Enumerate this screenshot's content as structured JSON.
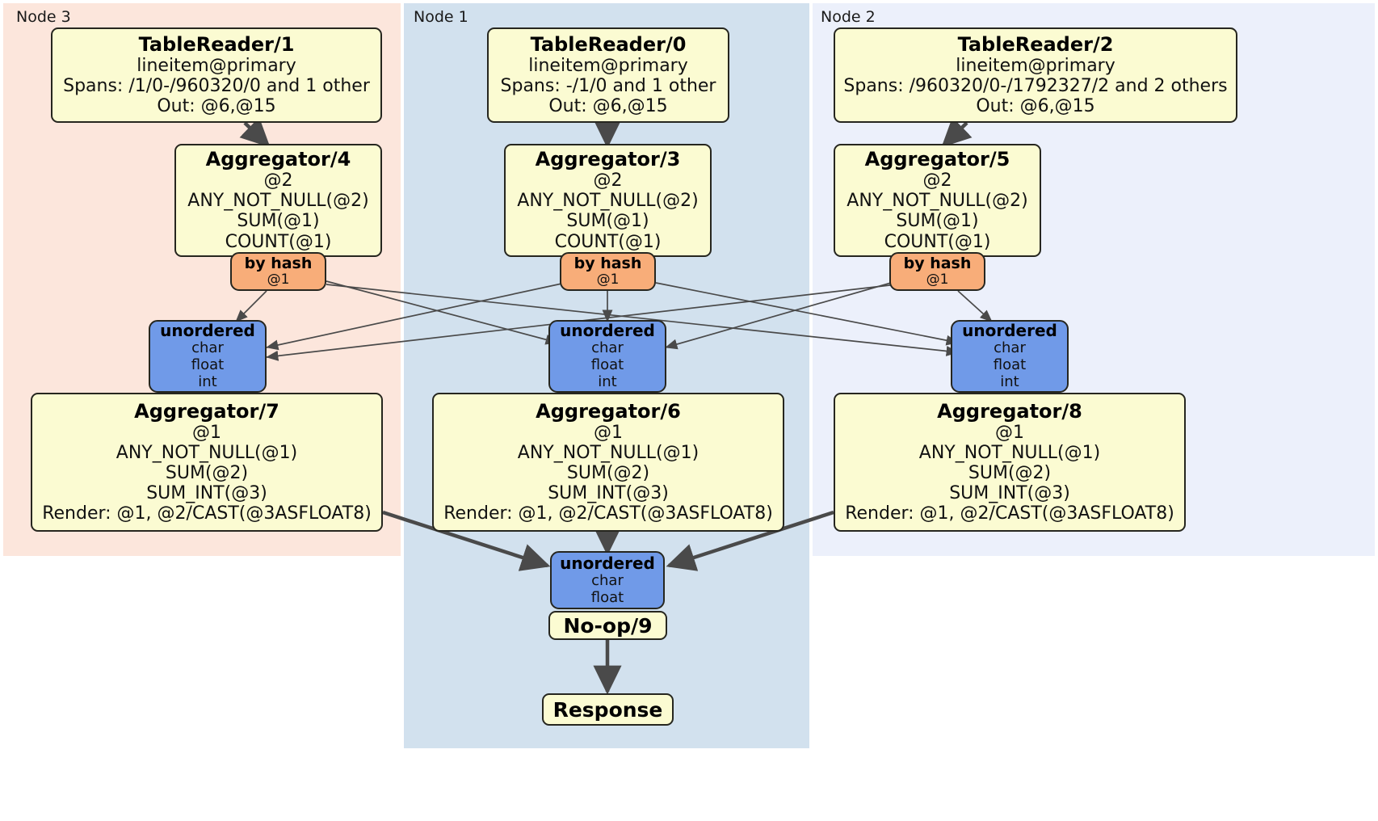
{
  "diagram": {
    "type": "distributed-query-plan",
    "nodes": [
      {
        "id": "node3",
        "label": "Node 3",
        "color": "#fce6dc"
      },
      {
        "id": "node1",
        "label": "Node 1",
        "color": "#d2e1ee"
      },
      {
        "id": "node2",
        "label": "Node 2",
        "color": "#ecf0fb"
      }
    ],
    "processors": {
      "tablereader1": {
        "title": "TableReader/1",
        "lines": [
          "lineitem@primary",
          "Spans: /1/0-/960320/0 and 1 other",
          "Out: @6,@15"
        ]
      },
      "tablereader0": {
        "title": "TableReader/0",
        "lines": [
          "lineitem@primary",
          "Spans: -/1/0 and 1 other",
          "Out: @6,@15"
        ]
      },
      "tablereader2": {
        "title": "TableReader/2",
        "lines": [
          "lineitem@primary",
          "Spans: /960320/0-/1792327/2 and 2 others",
          "Out: @6,@15"
        ]
      },
      "aggregator4": {
        "title": "Aggregator/4",
        "lines": [
          "@2",
          "ANY_NOT_NULL(@2)",
          "SUM(@1)",
          "COUNT(@1)"
        ]
      },
      "aggregator3": {
        "title": "Aggregator/3",
        "lines": [
          "@2",
          "ANY_NOT_NULL(@2)",
          "SUM(@1)",
          "COUNT(@1)"
        ]
      },
      "aggregator5": {
        "title": "Aggregator/5",
        "lines": [
          "@2",
          "ANY_NOT_NULL(@2)",
          "SUM(@1)",
          "COUNT(@1)"
        ]
      },
      "aggregator7": {
        "title": "Aggregator/7",
        "lines": [
          "@1",
          "ANY_NOT_NULL(@1)",
          "SUM(@2)",
          "SUM_INT(@3)",
          "Render: @1, @2/CAST(@3ASFLOAT8)"
        ]
      },
      "aggregator6": {
        "title": "Aggregator/6",
        "lines": [
          "@1",
          "ANY_NOT_NULL(@1)",
          "SUM(@2)",
          "SUM_INT(@3)",
          "Render: @1, @2/CAST(@3ASFLOAT8)"
        ]
      },
      "aggregator8": {
        "title": "Aggregator/8",
        "lines": [
          "@1",
          "ANY_NOT_NULL(@1)",
          "SUM(@2)",
          "SUM_INT(@3)",
          "Render: @1, @2/CAST(@3ASFLOAT8)"
        ]
      },
      "noop9": {
        "title": "No-op/9",
        "lines": []
      },
      "response": {
        "title": "Response",
        "lines": []
      }
    },
    "routers": {
      "router_left": {
        "title": "by hash",
        "lines": [
          "@1"
        ]
      },
      "router_mid": {
        "title": "by hash",
        "lines": [
          "@1"
        ]
      },
      "router_right": {
        "title": "by hash",
        "lines": [
          "@1"
        ]
      }
    },
    "receivers": {
      "recv_left": {
        "title": "unordered",
        "lines": [
          "char",
          "float",
          "int"
        ]
      },
      "recv_mid": {
        "title": "unordered",
        "lines": [
          "char",
          "float",
          "int"
        ]
      },
      "recv_right": {
        "title": "unordered",
        "lines": [
          "char",
          "float",
          "int"
        ]
      },
      "recv_final": {
        "title": "unordered",
        "lines": [
          "char",
          "float"
        ]
      }
    },
    "colors": {
      "processor_fill": "#fbfbd2",
      "router_fill": "#f8ad79",
      "receiver_fill": "#709ae8",
      "border": "#26261f",
      "edge": "#4a4a4a"
    }
  }
}
